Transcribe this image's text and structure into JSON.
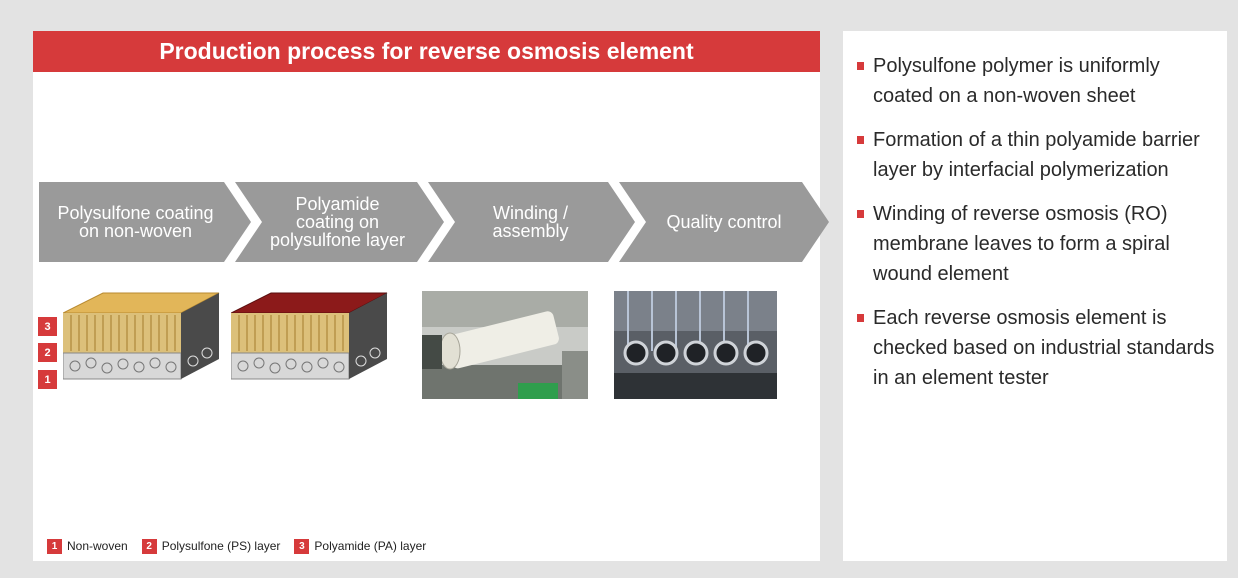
{
  "title": "Production process for reverse osmosis element",
  "steps": [
    {
      "line1": "Polysulfone coating",
      "line2": "on non-woven",
      "line3": ""
    },
    {
      "line1": "Polyamide",
      "line2": "coating on",
      "line3": "polysulfone layer"
    },
    {
      "line1": "Winding /",
      "line2": "assembly",
      "line3": ""
    },
    {
      "line1": "Quality control",
      "line2": "",
      "line3": ""
    }
  ],
  "layer_badges": [
    "3",
    "2",
    "1"
  ],
  "legend": [
    {
      "num": "1",
      "label": "Non-woven"
    },
    {
      "num": "2",
      "label": "Polysulfone (PS) layer"
    },
    {
      "num": "3",
      "label": "Polyamide (PA) layer"
    }
  ],
  "bullets": [
    "Polysulfone polymer is uniformly coated on a non-woven sheet",
    "Formation of a thin polyamide barrier layer by interfacial polymerization",
    "Winding of reverse osmosis (RO) membrane leaves to form a spiral wound element",
    "Each reverse osmosis element is checked based on industrial standards in an element tester"
  ],
  "colors": {
    "accent": "#d63a3b",
    "chevron": "#9a9a9a",
    "polysulfone": "#e2b659",
    "polyamide": "#8c1a1a",
    "background": "#e3e3e3"
  }
}
